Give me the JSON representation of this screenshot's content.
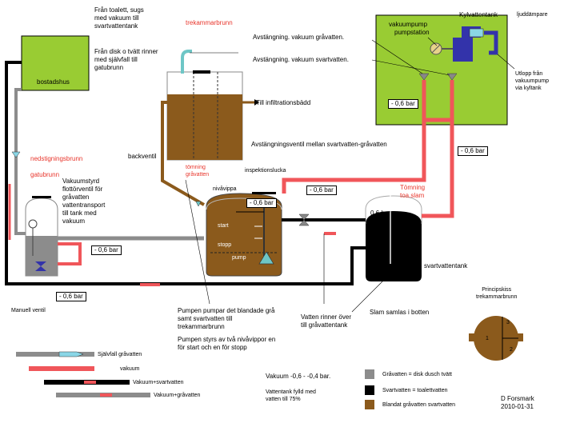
{
  "labels": {
    "from_toilet": "Från toalett, sugs\nmed vakuum till\nsvartvattentank",
    "from_dishes": "Från disk o tvätt rinner\nmed självfall till\ngatubrunn",
    "bostadshus": "bostadshus",
    "trekammarbrunn": "trekammarbrunn",
    "till_infiltration": "Till infiltrationsbädd",
    "vakuumpump": "vakuumpump",
    "kylvattentank": "Kylvattentank",
    "ljuddampare": "ljuddämpare",
    "pumpstation": "pumpstation",
    "avst_grav": "Avstängning. vakuum gråvatten.",
    "avst_svart": "Avstängning. vakuum svartvatten.",
    "utlopp": "Utlopp från\nvakuumpump\nvia kyltank",
    "backventil": "backventil",
    "tomning_gravatten": "tömning\ngråvatten",
    "avst_ventil": "Avstängningsventil mellan svartvatten-gråvatten",
    "inspektionslucka": "inspektionslucka",
    "nivavippa": "nivåvippa",
    "start": "start",
    "stopp": "stopp",
    "pump": "pump",
    "nedstigningsbrunn": "nedstigningsbrunn",
    "gatubrunn": "gatubrunn",
    "vakuumstyrd": "Vakuumstyrd\nflottörventil för\ngråvatten\nvattentransport\ntill tank med\nvakuum",
    "manuell_ventil": "Manuell ventil",
    "tomning_toa": "Tömning\ntoa.slam",
    "svartvattentank": "svartvattentank",
    "slam": "Slam samlas i botten",
    "vatten_rinner": "Vatten rinner över\ntill gråvattentank",
    "pumpen_pumpar": "Pumpen pumpar det blandade grå\nsamt svartvatten till\ntrekammarbrunn",
    "pumpen_styrs": "Pumpen styrs av två nivåvippor en\nför start och en för stopp",
    "principskiss": "Principskiss\ntrekammarbrunn",
    "skiss_1": "1",
    "skiss_2": "2",
    "skiss_3": "3",
    "vacuum_range": "Vakuum  -0,6  -   -0,4 bar.",
    "vattentank_fylld": "Vattentank fylld med\nvatten till 75%",
    "author": "D Forsmark\n2010-01-31"
  },
  "pressure_labels": [
    "- 0,6 bar",
    "- 0,6 bar",
    "- 0,6 bar",
    "- 0,6 bar",
    "- 0,6 bar",
    "- 0,6 bar",
    "0,6 bar"
  ],
  "legend": [
    {
      "label": "Självfall gråvatten",
      "style": "gray-arrow"
    },
    {
      "label": "vakuum",
      "style": "red"
    },
    {
      "label": "Vakuum+svartvatten",
      "style": "black-red"
    },
    {
      "label": "Vakuum+gråvatten",
      "style": "gray-red"
    }
  ],
  "color_key": [
    {
      "label": "Gråvatten = disk dusch  tvätt",
      "color": "#8c8c8c"
    },
    {
      "label": "Svartvatten = toalettvatten",
      "color": "#000000"
    },
    {
      "label": "Blandat gråvatten svartvatten",
      "color": "#8b5a1c"
    }
  ],
  "colors": {
    "green": "#99cc33",
    "brown": "#8b5a1c",
    "red": "#f0565a",
    "gray": "#8c8c8c",
    "black": "#000000",
    "blue": "#3333aa",
    "teal": "#6ec6c6"
  }
}
